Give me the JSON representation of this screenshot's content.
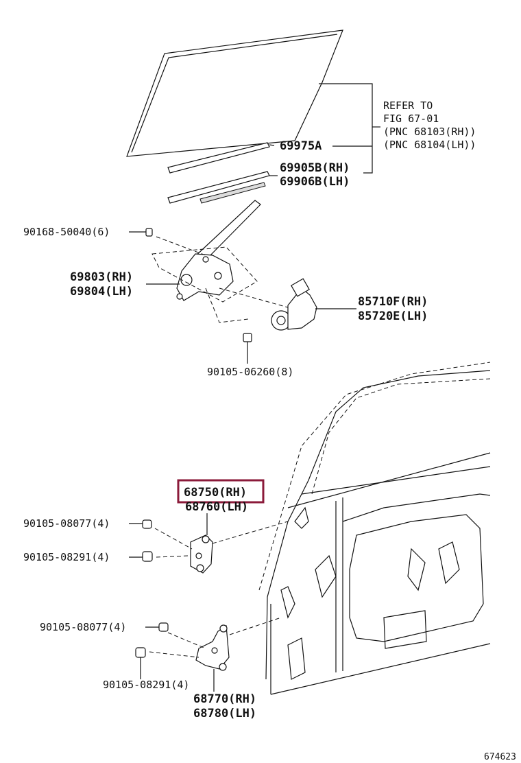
{
  "callouts": {
    "refer_1": "REFER TO",
    "refer_2": "FIG 67-01",
    "refer_3": "(PNC 68103(RH))",
    "refer_4": "(PNC 68104(LH))",
    "p69975": "69975A",
    "p69905": "69905B(RH)",
    "p69906": "69906B(LH)",
    "p90168": "90168-50040(6)",
    "p69803": "69803(RH)",
    "p69804": "69804(LH)",
    "p85710": "85710F(RH)",
    "p85720": "85720E(LH)",
    "p90105_06260": "90105-06260(8)",
    "p68750": "68750(RH)",
    "p68760": "68760(LH)",
    "p90105_08077a": "90105-08077(4)",
    "p90105_08291a": "90105-08291(4)",
    "p90105_08077b": "90105-08077(4)",
    "p90105_08291b": "90105-08291(4)",
    "p68770": "68770(RH)",
    "p68780": "68780(LH)",
    "figure_number": "674623"
  },
  "highlight": {
    "part": "68750(RH)",
    "color": "#8b1a3a"
  }
}
